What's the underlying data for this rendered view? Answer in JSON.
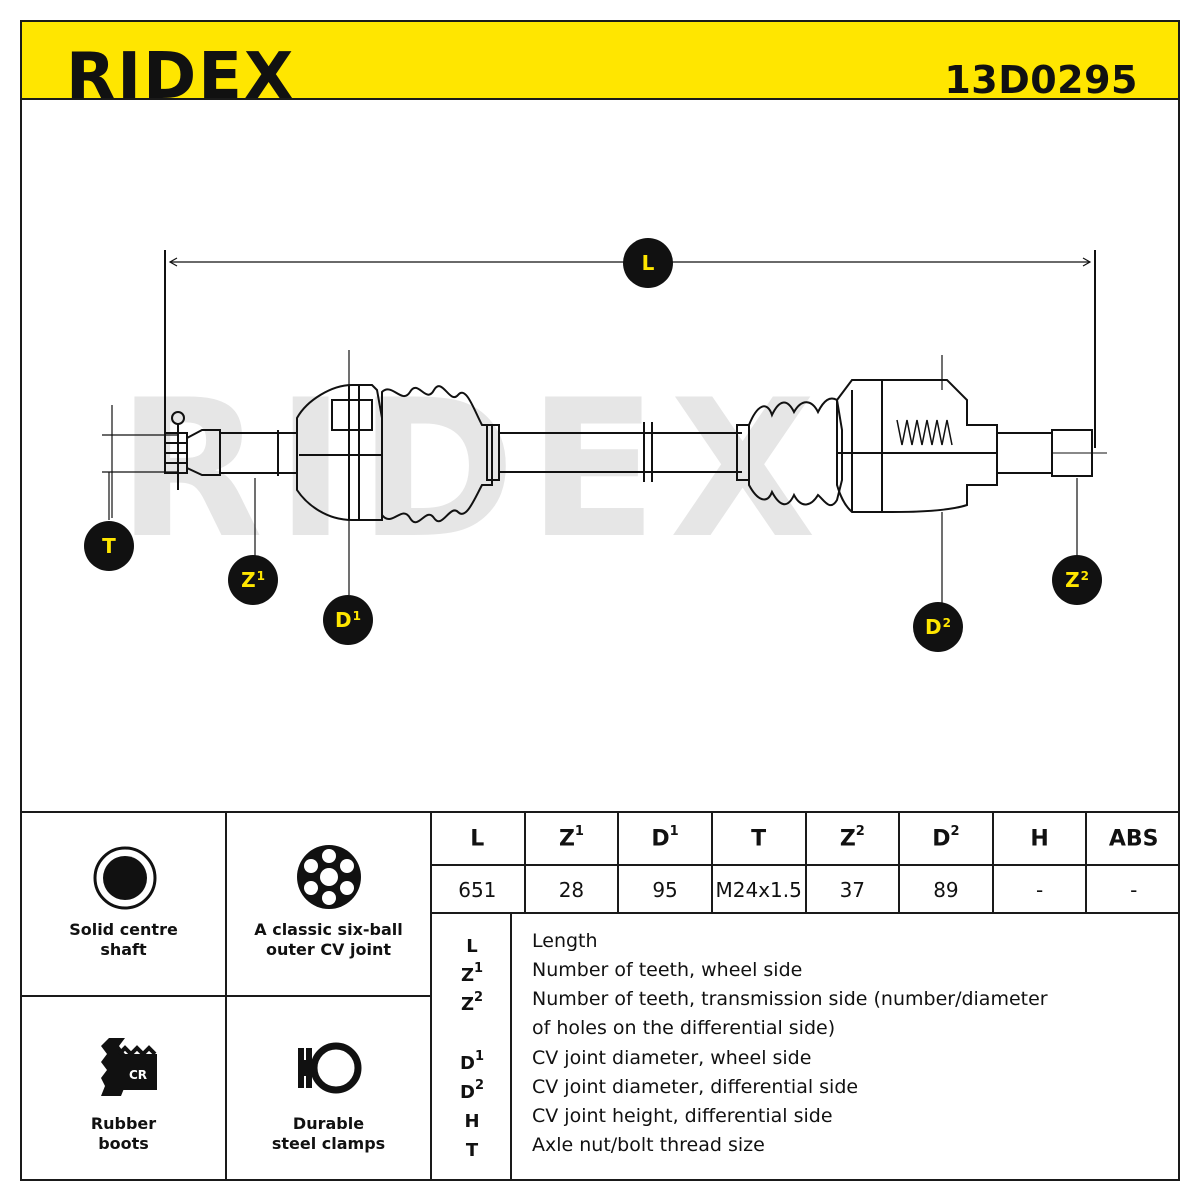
{
  "header": {
    "brand": "RIDEX",
    "part_number": "13D0295"
  },
  "drawing": {
    "markers": {
      "L": "L",
      "T": "T",
      "Z1": "Z",
      "D1": "D",
      "Z2": "Z",
      "D2": "D",
      "sup1": "1",
      "sup2": "2"
    },
    "watermark": "RIDEX"
  },
  "features": [
    {
      "line1": "Solid centre",
      "line2": "shaft",
      "icon": "solid-shaft-icon"
    },
    {
      "line1": "A classic six-ball",
      "line2": "outer CV joint",
      "icon": "six-ball-joint-icon"
    },
    {
      "line1": "Rubber",
      "line2": "boots",
      "icon": "rubber-boot-icon",
      "badge": "CR"
    },
    {
      "line1": "Durable",
      "line2": "steel clamps",
      "icon": "steel-clamp-icon"
    }
  ],
  "specs": {
    "headers": [
      {
        "base": "L",
        "sup": ""
      },
      {
        "base": "Z",
        "sup": "1"
      },
      {
        "base": "D",
        "sup": "1"
      },
      {
        "base": "T",
        "sup": ""
      },
      {
        "base": "Z",
        "sup": "2"
      },
      {
        "base": "D",
        "sup": "2"
      },
      {
        "base": "H",
        "sup": ""
      },
      {
        "base": "ABS",
        "sup": ""
      }
    ],
    "values": [
      "651",
      "28",
      "95",
      "M24x1.5",
      "37",
      "89",
      "-",
      "-"
    ]
  },
  "legend": [
    {
      "key": "L",
      "sup": "",
      "text": "Length"
    },
    {
      "key": "Z",
      "sup": "1",
      "text": "Number of teeth, wheel side"
    },
    {
      "key": "Z",
      "sup": "2",
      "text": "Number of teeth, transmission side (number/diameter"
    },
    {
      "key": "",
      "sup": "",
      "text": "of holes on the differential side)"
    },
    {
      "key": "D",
      "sup": "1",
      "text": "CV joint diameter, wheel side"
    },
    {
      "key": "D",
      "sup": "2",
      "text": "CV joint diameter, differential side"
    },
    {
      "key": "H",
      "sup": "",
      "text": "CV joint height, differential side"
    },
    {
      "key": "T",
      "sup": "",
      "text": "Axle nut/bolt thread size"
    }
  ],
  "colors": {
    "brand_yellow": "#ffe600",
    "ink": "#111111",
    "watermark": "#e6e6e6"
  }
}
